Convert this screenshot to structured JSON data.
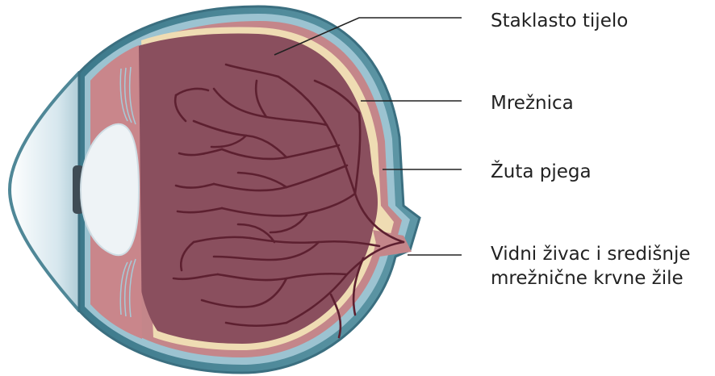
{
  "labels": {
    "vitreous": "Staklasto tijelo",
    "retina": "Mrežnica",
    "macula": "Žuta pjega",
    "optic_nerve_line1": "Vidni živac i središnje",
    "optic_nerve_line2": "mrežnične krvne žile"
  },
  "colors": {
    "sclera": "#4f8797",
    "choroid": "#c4868a",
    "retina_layer": "#efdcb3",
    "vitreous": "#8a4f5e",
    "vessels": "#5d2030",
    "cornea": "#d9e8ef",
    "lens": "#eef3f6",
    "iris": "#3f4c55",
    "leader": "#222222"
  }
}
